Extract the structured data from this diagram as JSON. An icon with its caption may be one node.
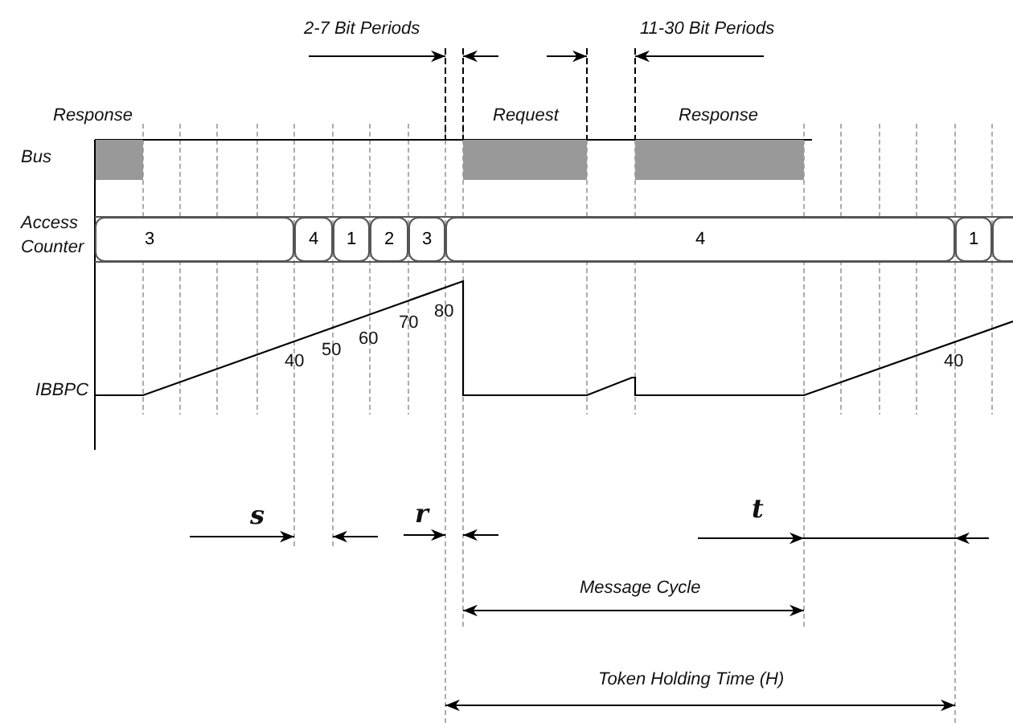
{
  "diagram": {
    "nodes": [
      {
        "text": [
          "3"
        ]
      },
      {
        "text": [
          "4"
        ]
      },
      {
        "text": [
          "1"
        ]
      },
      {
        "text": [
          "2"
        ]
      },
      {
        "text": [
          "3"
        ]
      },
      {
        "text": [
          "4"
        ]
      },
      {
        "text": [
          "1"
        ]
      }
    ],
    "labels": [
      "2-7 Bit Periods",
      "11-30 Bit Periods",
      "Response",
      "Request",
      "Response",
      "Bus",
      "Access Counter",
      "IBBPC",
      "40",
      "50",
      "60",
      "70",
      "80",
      "40",
      "s",
      "r",
      "t",
      "Message Cycle",
      "Token Holding Time (H)"
    ]
  }
}
